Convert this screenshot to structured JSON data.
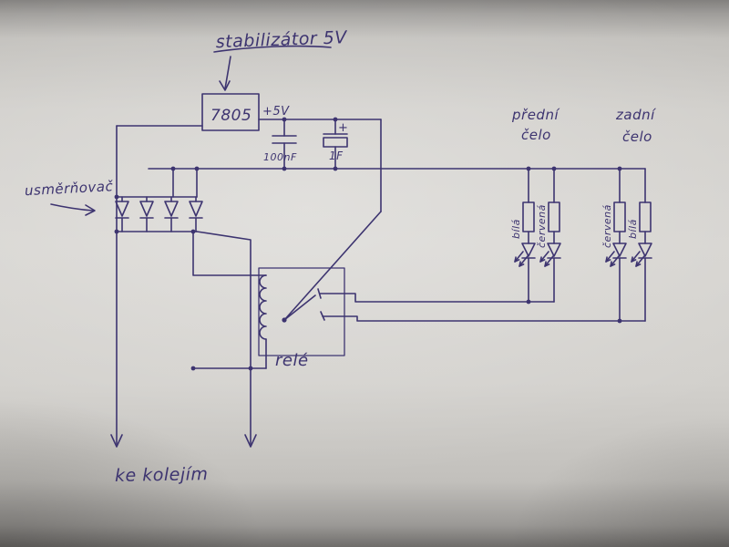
{
  "colors": {
    "ink": "#3d3470",
    "paper": "#d6d4d0"
  },
  "labels": {
    "stabilizer": "stabilizátor 5V",
    "regulator": "7805",
    "supply_5v": "+5V",
    "cap_100nf": "100nF",
    "cap_1f": "1F",
    "cap_polarity": "+",
    "rectifier": "usměrňovač",
    "front_head_1": "přední",
    "front_head_2": "čelo",
    "rear_head_1": "zadní",
    "rear_head_2": "čelo",
    "relay": "relé",
    "to_tracks": "ke kolejím",
    "led_labels": [
      "bílá",
      "červená",
      "červená",
      "bílá"
    ]
  }
}
